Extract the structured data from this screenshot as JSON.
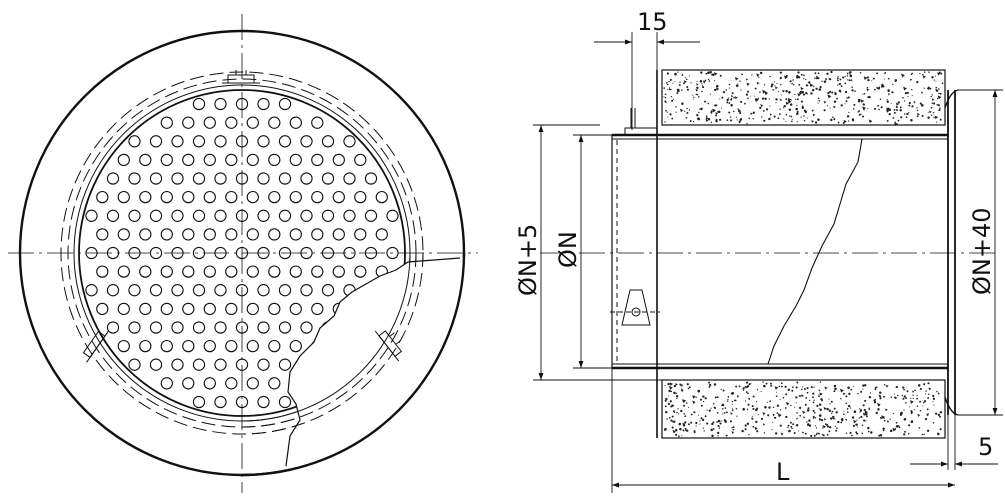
{
  "labels": {
    "dim_15": "15",
    "dim_dn5": "ØN+5",
    "dim_dn": "ØN",
    "dim_dn40": "ØN+40",
    "dim_5": "5",
    "dim_L": "L"
  },
  "colors": {
    "line": "#111111",
    "background": "#ffffff",
    "speckle": "#222222"
  }
}
